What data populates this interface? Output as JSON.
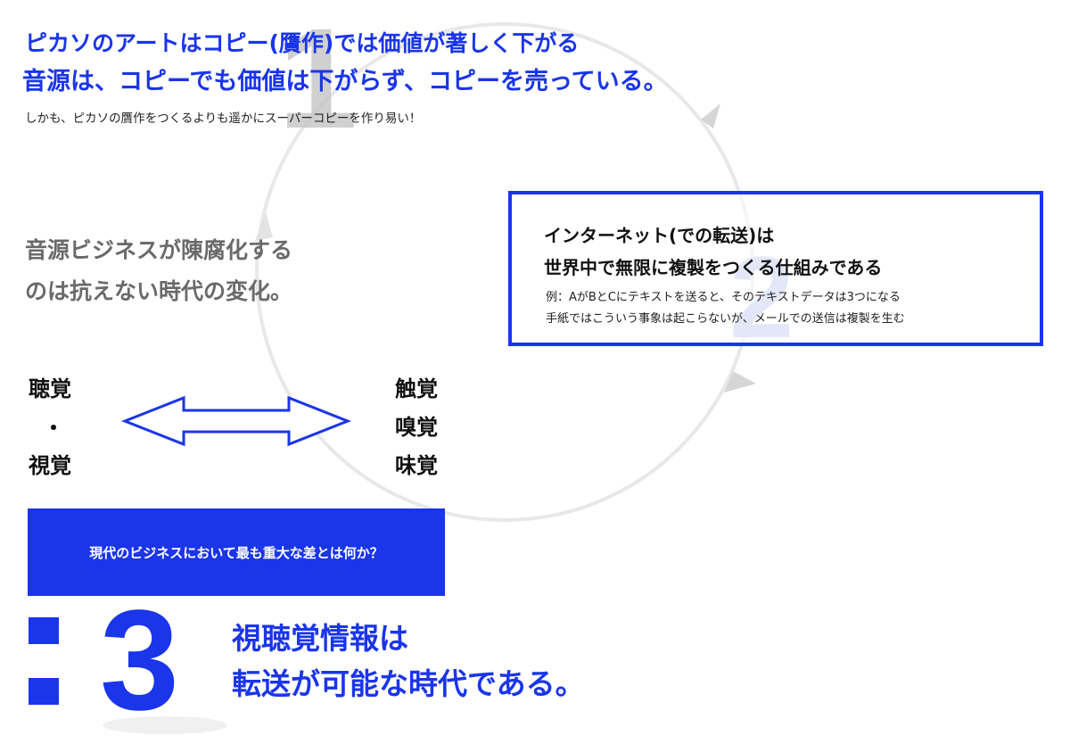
{
  "colors": {
    "accent": "#1a35ea",
    "gray_text": "#6a6a6a",
    "cycle_gray": "#e6e6e6"
  },
  "cycle": {
    "step1": "1",
    "step2": "2"
  },
  "top_block": {
    "line1": "ピカソのアートはコピー(贋作)では価値が著しく下がる",
    "line2": "音源は、コピーでも価値は下がらず、コピーを売っている。",
    "note": "しかも、ピカソの贋作をつくるよりも遥かにスーパーコピーを作り易い！"
  },
  "box2": {
    "title1": "インターネット(での転送)は",
    "title2": "世界中で無限に複製をつくる仕組みである",
    "note1": "例：AがBとCにテキストを送ると、そのテキストデータは3つになる",
    "note2": "手紙ではこういう事象は起こらないが、メールでの送信は複製を生む"
  },
  "left_block": {
    "line1": "音源ビジネスが陳腐化する",
    "line2": "のは抗えない時代の変化。"
  },
  "senses": {
    "left": [
      "聴覚",
      "・",
      "視覚"
    ],
    "right": [
      "触覚",
      "嗅覚",
      "味覚"
    ]
  },
  "question": "現代のビジネスにおいて最も重大な差とは何か？",
  "step3": {
    "number": "3",
    "line1": "視聴覚情報は",
    "line2": "転送が可能な時代である。"
  }
}
